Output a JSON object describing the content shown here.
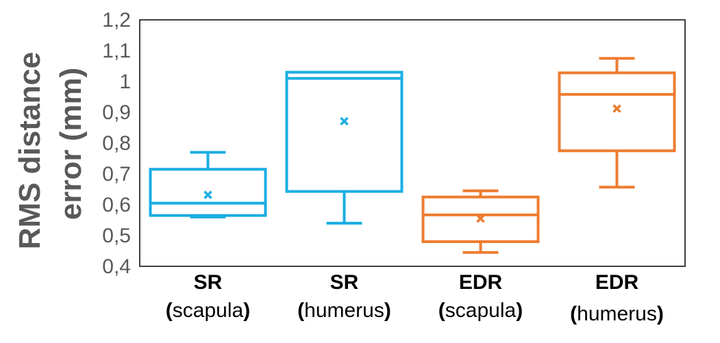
{
  "chart_data": {
    "type": "box",
    "ylabel_lines": [
      "RMS distance",
      "error (mm)"
    ],
    "ylim": [
      0.4,
      1.2
    ],
    "yticks": [
      "0,4",
      "0,5",
      "0,6",
      "0,7",
      "0,8",
      "0,9",
      "1",
      "1,1",
      "1,2"
    ],
    "grid": false,
    "categories": [
      {
        "line1": "SR",
        "line2_open": "(",
        "line2_text": "scapula",
        "line2_close": ")"
      },
      {
        "line1": "SR",
        "line2_open": "(",
        "line2_text": "humerus",
        "line2_close": ")"
      },
      {
        "line1": "EDR",
        "line2_open": "(",
        "line2_text": "scapula",
        "line2_close": ")"
      },
      {
        "line1": "EDR",
        "line2_open": "(",
        "line2_text": "humerus",
        "line2_close": ")"
      }
    ],
    "boxes": [
      {
        "min": 0.56,
        "q1": 0.565,
        "median": 0.605,
        "q3": 0.715,
        "max": 0.77,
        "mean": 0.632,
        "color": "#1AAEE3"
      },
      {
        "min": 0.54,
        "q1": 0.643,
        "median": 1.01,
        "q3": 1.03,
        "max": 1.03,
        "mean": 0.871,
        "color": "#1AAEE3"
      },
      {
        "min": 0.445,
        "q1": 0.48,
        "median": 0.567,
        "q3": 0.625,
        "max": 0.645,
        "mean": 0.555,
        "color": "#ED7D31"
      },
      {
        "min": 0.657,
        "q1": 0.775,
        "median": 0.958,
        "q3": 1.028,
        "max": 1.075,
        "mean": 0.912,
        "color": "#ED7D31"
      }
    ]
  }
}
